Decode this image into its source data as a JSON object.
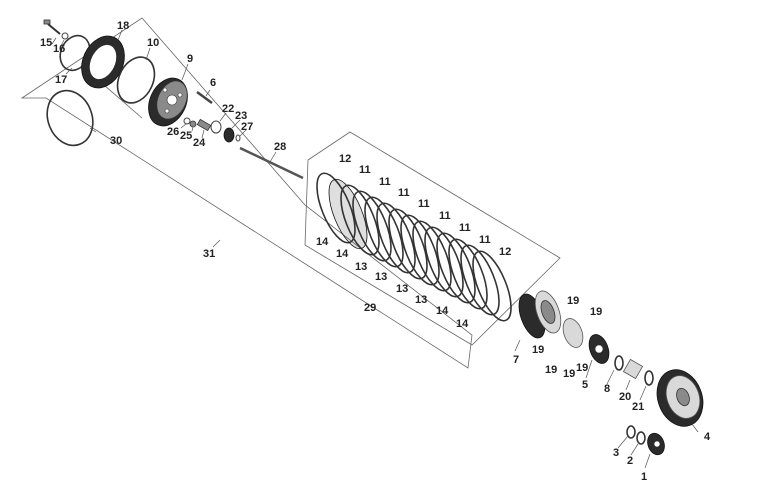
{
  "diagram": {
    "callouts": {
      "c1": "1",
      "c2": "2",
      "c3": "3",
      "c4": "4",
      "c5": "5",
      "c6": "6",
      "c7": "7",
      "c8": "8",
      "c9": "9",
      "c10": "10",
      "c11a": "11",
      "c11b": "11",
      "c11c": "11",
      "c11d": "11",
      "c11e": "11",
      "c11f": "11",
      "c11g": "11",
      "c12a": "12",
      "c12b": "12",
      "c13a": "13",
      "c13b": "13",
      "c13c": "13",
      "c13d": "13",
      "c14a": "14",
      "c14b": "14",
      "c14c": "14",
      "c14d": "14",
      "c14e": "14",
      "c15": "15",
      "c16": "16",
      "c17": "17",
      "c18": "18",
      "c19a": "19",
      "c19b": "19",
      "c19c": "19",
      "c19d": "19",
      "c19e": "19",
      "c19f": "19",
      "c20": "20",
      "c21": "21",
      "c22": "22",
      "c23": "23",
      "c24": "24",
      "c25": "25",
      "c26": "26",
      "c27": "27",
      "c28": "28",
      "c29": "29",
      "c30": "30",
      "c31": "31"
    }
  }
}
